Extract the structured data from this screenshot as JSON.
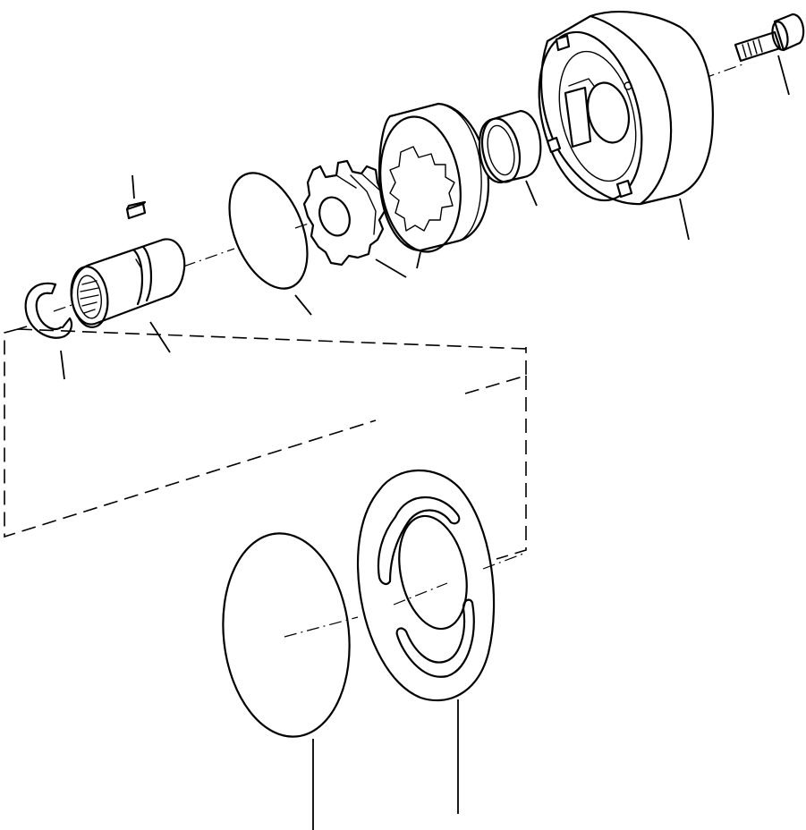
{
  "colors": {
    "ink": "#000000",
    "paper": "#ffffff"
  },
  "parts": [
    {
      "name": "snap-ring",
      "icon": "retaining-ring-icon"
    },
    {
      "name": "drive-shaft-sleeve",
      "icon": "splined-sleeve-icon"
    },
    {
      "name": "key",
      "icon": "key-icon"
    },
    {
      "name": "o-ring-small",
      "icon": "o-ring-icon"
    },
    {
      "name": "inner-gear-rotor",
      "icon": "gear-icon"
    },
    {
      "name": "outer-gear-ring",
      "icon": "ring-gear-icon"
    },
    {
      "name": "bushing",
      "icon": "bushing-icon"
    },
    {
      "name": "pump-housing",
      "icon": "housing-icon"
    },
    {
      "name": "cap-screw",
      "icon": "bolt-icon"
    },
    {
      "name": "o-ring-large",
      "icon": "o-ring-icon"
    },
    {
      "name": "wear-plate",
      "icon": "plate-icon"
    }
  ]
}
